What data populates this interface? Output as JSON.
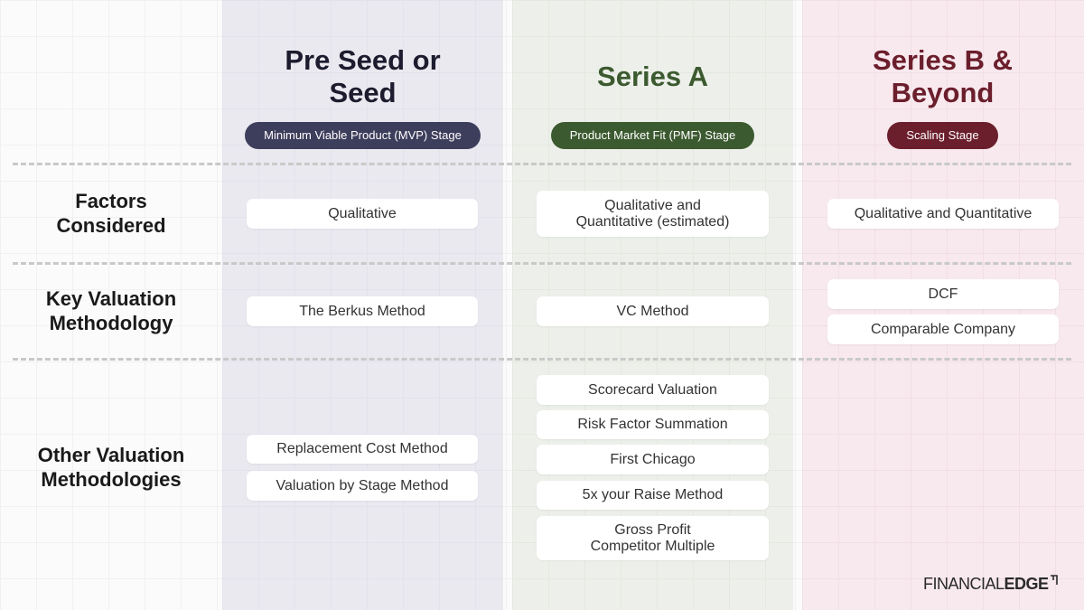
{
  "columns": [
    {
      "title": "Pre Seed or\nSeed",
      "stage": "Minimum Viable Product (MVP) Stage",
      "color": "#3d3d5c"
    },
    {
      "title": "Series A",
      "stage": "Product Market Fit (PMF) Stage",
      "color": "#3c5a30"
    },
    {
      "title": "Series B &\nBeyond",
      "stage": "Scaling Stage",
      "color": "#6b1e2c"
    }
  ],
  "rows": {
    "factors": {
      "label": "Factors\nConsidered",
      "cells": [
        "Qualitative",
        "Qualitative and\nQuantitative (estimated)",
        "Qualitative and Quantitative"
      ]
    },
    "key": {
      "label": "Key Valuation\nMethodology",
      "cells": [
        "The Berkus Method",
        "VC Method",
        "DCF",
        "Comparable Company"
      ]
    },
    "other": {
      "label": "Other Valuation\nMethodologies",
      "seed": [
        "Replacement Cost Method",
        "Valuation by Stage Method"
      ],
      "series_a": [
        "Scorecard Valuation",
        "Risk Factor Summation",
        "First Chicago",
        "5x your Raise Method",
        "Gross Profit\nCompetitor Multiple"
      ]
    }
  },
  "logo": {
    "part1": "FINANCIAL",
    "part2": "EDGE"
  }
}
